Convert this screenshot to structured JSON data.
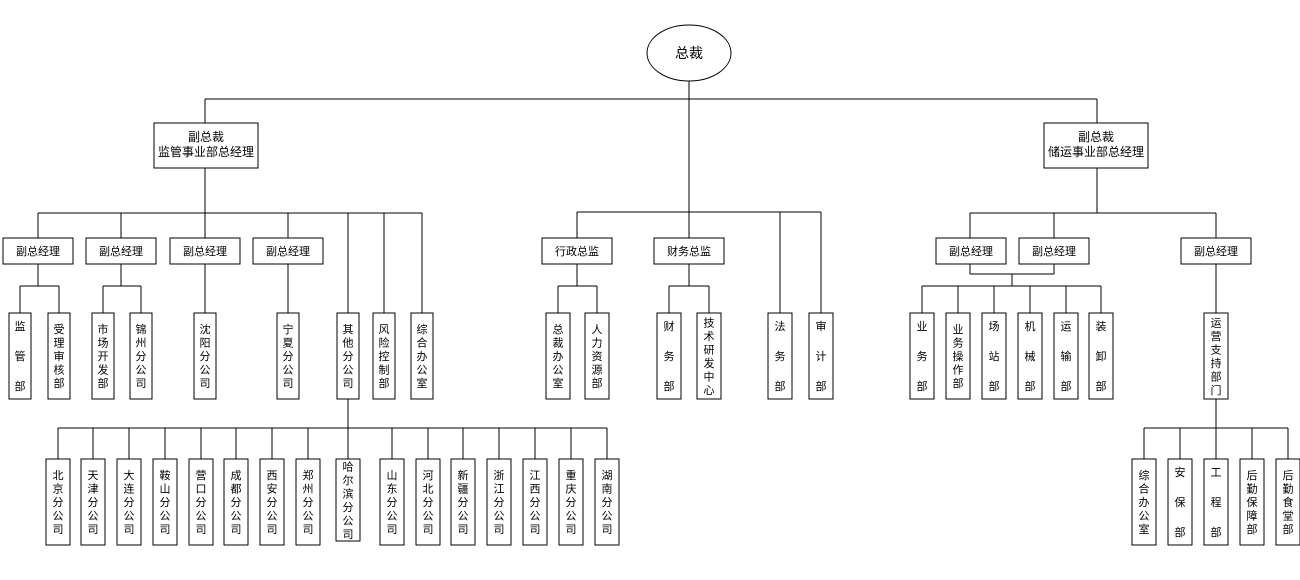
{
  "root": "总裁",
  "vp_left": [
    "副总裁",
    "监管事业部总经理"
  ],
  "vp_right": [
    "副总裁",
    "储运事业部总经理"
  ],
  "left": {
    "deputies": [
      {
        "label": "副总经理",
        "children": [
          "监管部",
          "受理审核部"
        ]
      },
      {
        "label": "副总经理",
        "children": [
          "市场开发部",
          "锦州分公司"
        ]
      },
      {
        "label": "副总经理",
        "children": [
          "沈阳分公司"
        ]
      },
      {
        "label": "副总经理",
        "children": [
          "宁夏分公司"
        ]
      }
    ],
    "direct": [
      "其他分公司",
      "风险控制部",
      "综合办公室"
    ],
    "branches": [
      "北京分公司",
      "天津分公司",
      "大连分公司",
      "鞍山分公司",
      "营口分公司",
      "成都分公司",
      "西安分公司",
      "郑州分公司",
      "哈尔滨分公司",
      "山东分公司",
      "河北分公司",
      "新疆分公司",
      "浙江分公司",
      "江西分公司",
      "重庆分公司",
      "湖南分公司"
    ]
  },
  "middle": {
    "directors": [
      {
        "label": "行政总监",
        "children": [
          "总裁办公室",
          "人力资源部"
        ]
      },
      {
        "label": "财务总监",
        "children": [
          "财务部",
          "技术研发中心"
        ]
      }
    ],
    "direct": [
      "法务部",
      "审计部"
    ]
  },
  "right": {
    "deputies": [
      "副总经理",
      "副总经理"
    ],
    "deputy_children": [
      "业务部",
      "业务操作部",
      "场站部",
      "机械部",
      "运输部",
      "装卸部"
    ],
    "deputy3": "副总经理",
    "deputy3_child": "运营支持部门",
    "support_children": [
      "综合办公室",
      "安保部",
      "工程部",
      "后勤保障部",
      "后勤食堂部"
    ]
  }
}
